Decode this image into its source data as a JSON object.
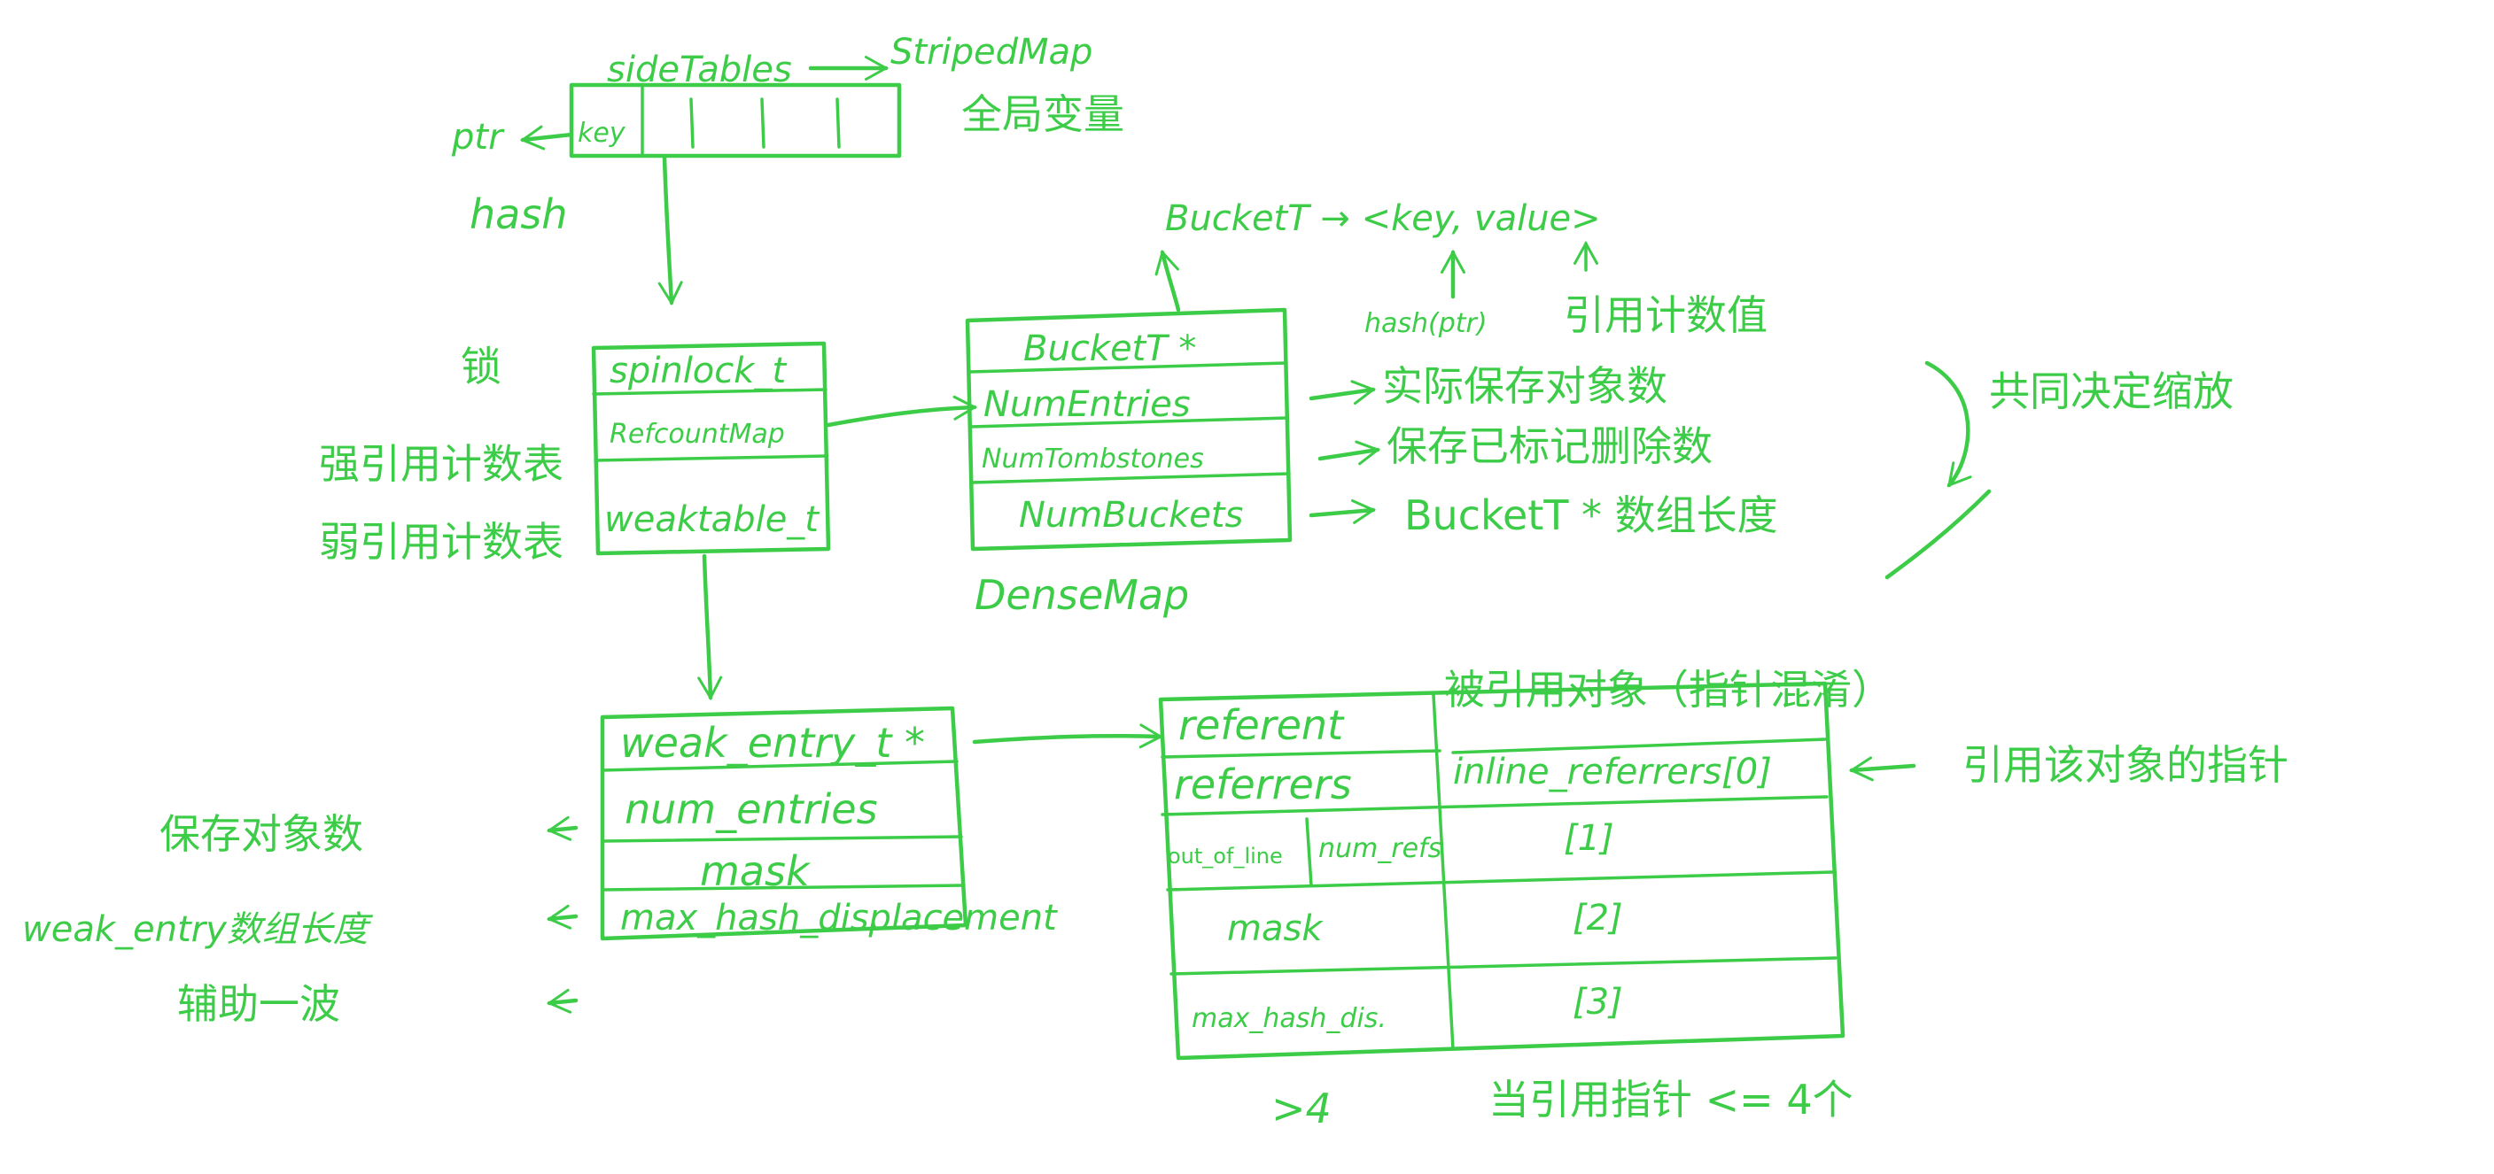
{
  "colors": {
    "ink": "#3ccc48",
    "background": "#ffffff"
  },
  "top": {
    "side_tables": "sideTables",
    "striped_map": "StripedMap",
    "global_var": "全局变量",
    "ptr": "ptr",
    "key": "key",
    "hash": "hash"
  },
  "side_table": {
    "lock_label": "锁",
    "strong_label": "强引用计数表",
    "weak_label": "弱引用计数表",
    "fields": [
      "spinlock_t",
      "RefcountMap",
      "weaktable_t"
    ]
  },
  "dense_map": {
    "name": "DenseMap",
    "fields": [
      "BucketT *",
      "NumEntries",
      "NumTombstones",
      "NumBuckets"
    ],
    "bucket_def": "BucketT → <key, value>",
    "hash_ptr": "hash(ptr)",
    "ref_count_value": "引用计数值",
    "notes": [
      "实际保存对象数",
      "保存已标记删除数",
      "BucketT * 数组长度"
    ],
    "scale_note": "共同决定缩放"
  },
  "weak_table": {
    "fields": [
      "weak_entry_t *",
      "num_entries",
      "mask",
      "max_hash_displacement"
    ],
    "notes": [
      "保存对象数",
      "weak_entry数组长度",
      "辅助一波"
    ]
  },
  "weak_entry": {
    "left_fields": [
      "referent",
      "referrers",
      "out_of_line",
      "num_refs",
      "mask",
      "max_hash_dis."
    ],
    "right_cells": [
      "inline_referrers[0]",
      "[1]",
      "[2]",
      "[3]"
    ],
    "referent_note": "被引用对象（指针混淆）",
    "referrer_note": "引用该对象的指针",
    "gt4": ">4",
    "le4_note": "当引用指针 <= 4个"
  }
}
